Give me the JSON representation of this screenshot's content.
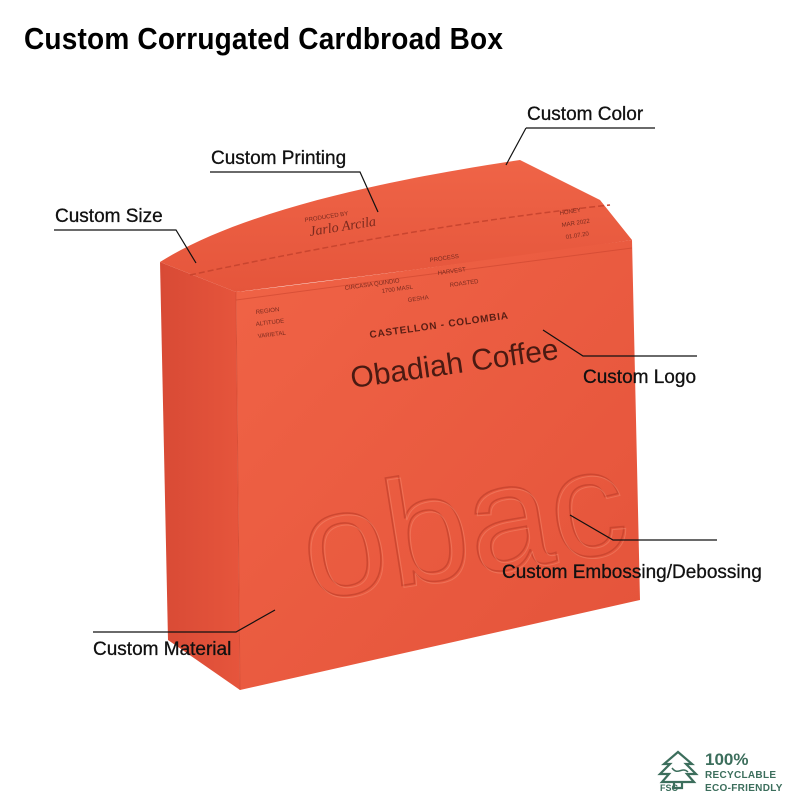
{
  "heading": "Custom Corrugated Cardbroad Box",
  "callouts": {
    "color": "Custom Color",
    "printing": "Custom Printing",
    "size": "Custom Size",
    "logo": "Custom Logo",
    "embossing": "Custom Embossing/Debossing",
    "material": "Custom Material"
  },
  "box_print": {
    "produced_by": "PRODUCED BY",
    "producer": "Jarlo Arcila",
    "honey": "HONEY",
    "date1": "MAR 2022",
    "date2": "01.07.20",
    "region_label": "REGION",
    "altitude_label": "ALTITUDE",
    "varietal_label": "VARIETAL",
    "region_value": "CIRCASIA QUINDIO",
    "altitude_value": "1700 MASL",
    "varietal_value": "GESHA",
    "process_label": "PROCESS",
    "harvest_label": "HARVEST",
    "roasted_label": "ROASTED",
    "origin": "CASTELLON - COLOMBIA",
    "brand": "Obadiah Coffee",
    "emboss": "obac"
  },
  "badge": {
    "fsc": "FSC",
    "percent": "100%",
    "line1": "RECYCLABLE",
    "line2": "ECO-FRIENDLY"
  },
  "colors": {
    "box_front": "#ec5c3f",
    "box_side": "#e0503a",
    "box_top": "#e85a3c",
    "eco_green": "#3c6e5c"
  }
}
